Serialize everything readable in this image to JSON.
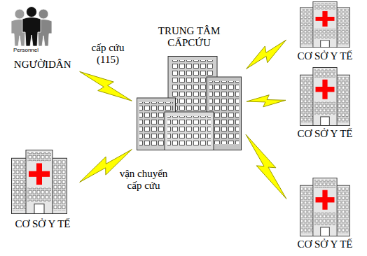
{
  "diagram": {
    "nodes": [
      {
        "text": [
          "Personnel",
          "NGƯỜIDÂN"
        ]
      },
      {
        "text": [
          "TRUNG TÂM CẤPCỨU"
        ]
      },
      {
        "text": [
          "CƠ SỞ Y TẾ"
        ]
      },
      {
        "text": [
          "CƠ SỞ Y TẾ"
        ]
      },
      {
        "text": [
          "CƠ SỞ Y TẾ"
        ]
      },
      {
        "text": [
          "CƠ SỞ Y TẾ"
        ]
      }
    ],
    "edges": [
      {
        "from": 0,
        "to": 1,
        "label": "cấp cứu (115)",
        "arrow": "none"
      },
      {
        "from": 4,
        "to": 1,
        "label": "vận chuyển cấp cứu",
        "arrow": "none"
      },
      {
        "from": 1,
        "to": 2,
        "arrow": "none"
      },
      {
        "from": 1,
        "to": 3,
        "arrow": "none"
      },
      {
        "from": 1,
        "to": 5,
        "arrow": "none"
      }
    ]
  }
}
